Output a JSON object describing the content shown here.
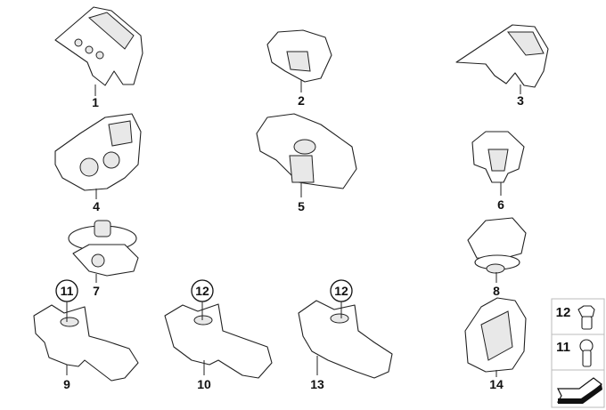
{
  "diagram": {
    "parts": [
      {
        "id": "1",
        "label": "1"
      },
      {
        "id": "2",
        "label": "2"
      },
      {
        "id": "3",
        "label": "3"
      },
      {
        "id": "4",
        "label": "4"
      },
      {
        "id": "5",
        "label": "5"
      },
      {
        "id": "6",
        "label": "6"
      },
      {
        "id": "7",
        "label": "7"
      },
      {
        "id": "8",
        "label": "8"
      },
      {
        "id": "9",
        "label": "9"
      },
      {
        "id": "10",
        "label": "10"
      },
      {
        "id": "13",
        "label": "13"
      },
      {
        "id": "14",
        "label": "14"
      }
    ],
    "callouts": [
      {
        "label": "11",
        "attached_to": "9"
      },
      {
        "label": "12",
        "attached_to": "10"
      },
      {
        "label": "12",
        "attached_to": "13"
      }
    ],
    "legend": {
      "items": [
        {
          "label": "12",
          "icon": "short-bolt-icon"
        },
        {
          "label": "11",
          "icon": "long-bolt-icon"
        }
      ],
      "arrow_icon": "navigation-arrow-icon"
    }
  }
}
